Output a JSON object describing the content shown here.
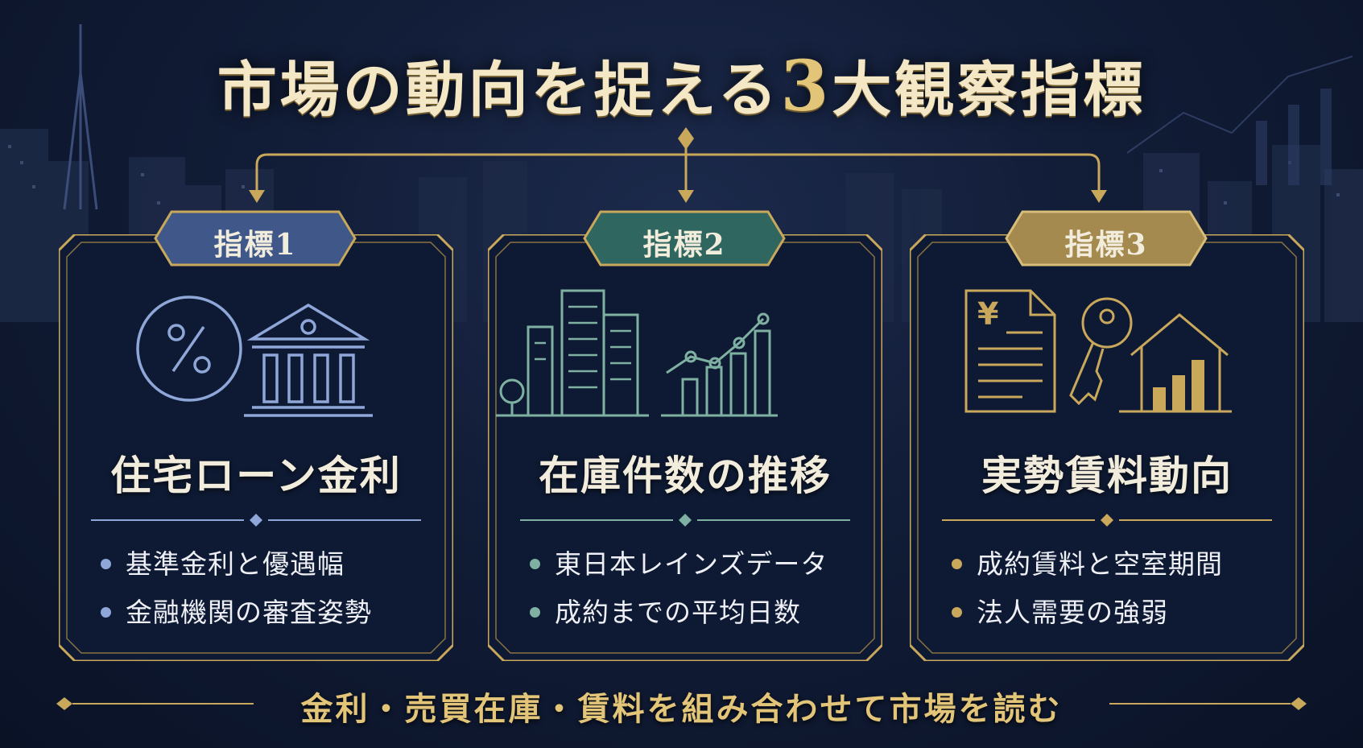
{
  "title": {
    "main": "市場の動向を捉える",
    "number": "3",
    "suffix": "大観察指標"
  },
  "colors": {
    "gold": "#c9a85c",
    "blue": "#8ea7d8",
    "teal": "#7fb1a3",
    "navy": "#0e1a33"
  },
  "cards": [
    {
      "badge": "指標1",
      "title": "住宅ローン金利",
      "icon": "percent-and-bank-icon",
      "bullets": [
        "基準金利と優遇幅",
        "金融機関の審査姿勢"
      ]
    },
    {
      "badge": "指標2",
      "title": "在庫件数の推移",
      "icon": "buildings-and-chart-icon",
      "bullets": [
        "東日本レインズデータ",
        "成約までの平均日数"
      ]
    },
    {
      "badge": "指標3",
      "title": "実勢賃料動向",
      "icon": "yen-document-key-house-icon",
      "bullets": [
        "成約賃料と空室期間",
        "法人需要の強弱"
      ]
    }
  ],
  "footer": "金利・売買在庫・賃料を組み合わせて市場を読む"
}
